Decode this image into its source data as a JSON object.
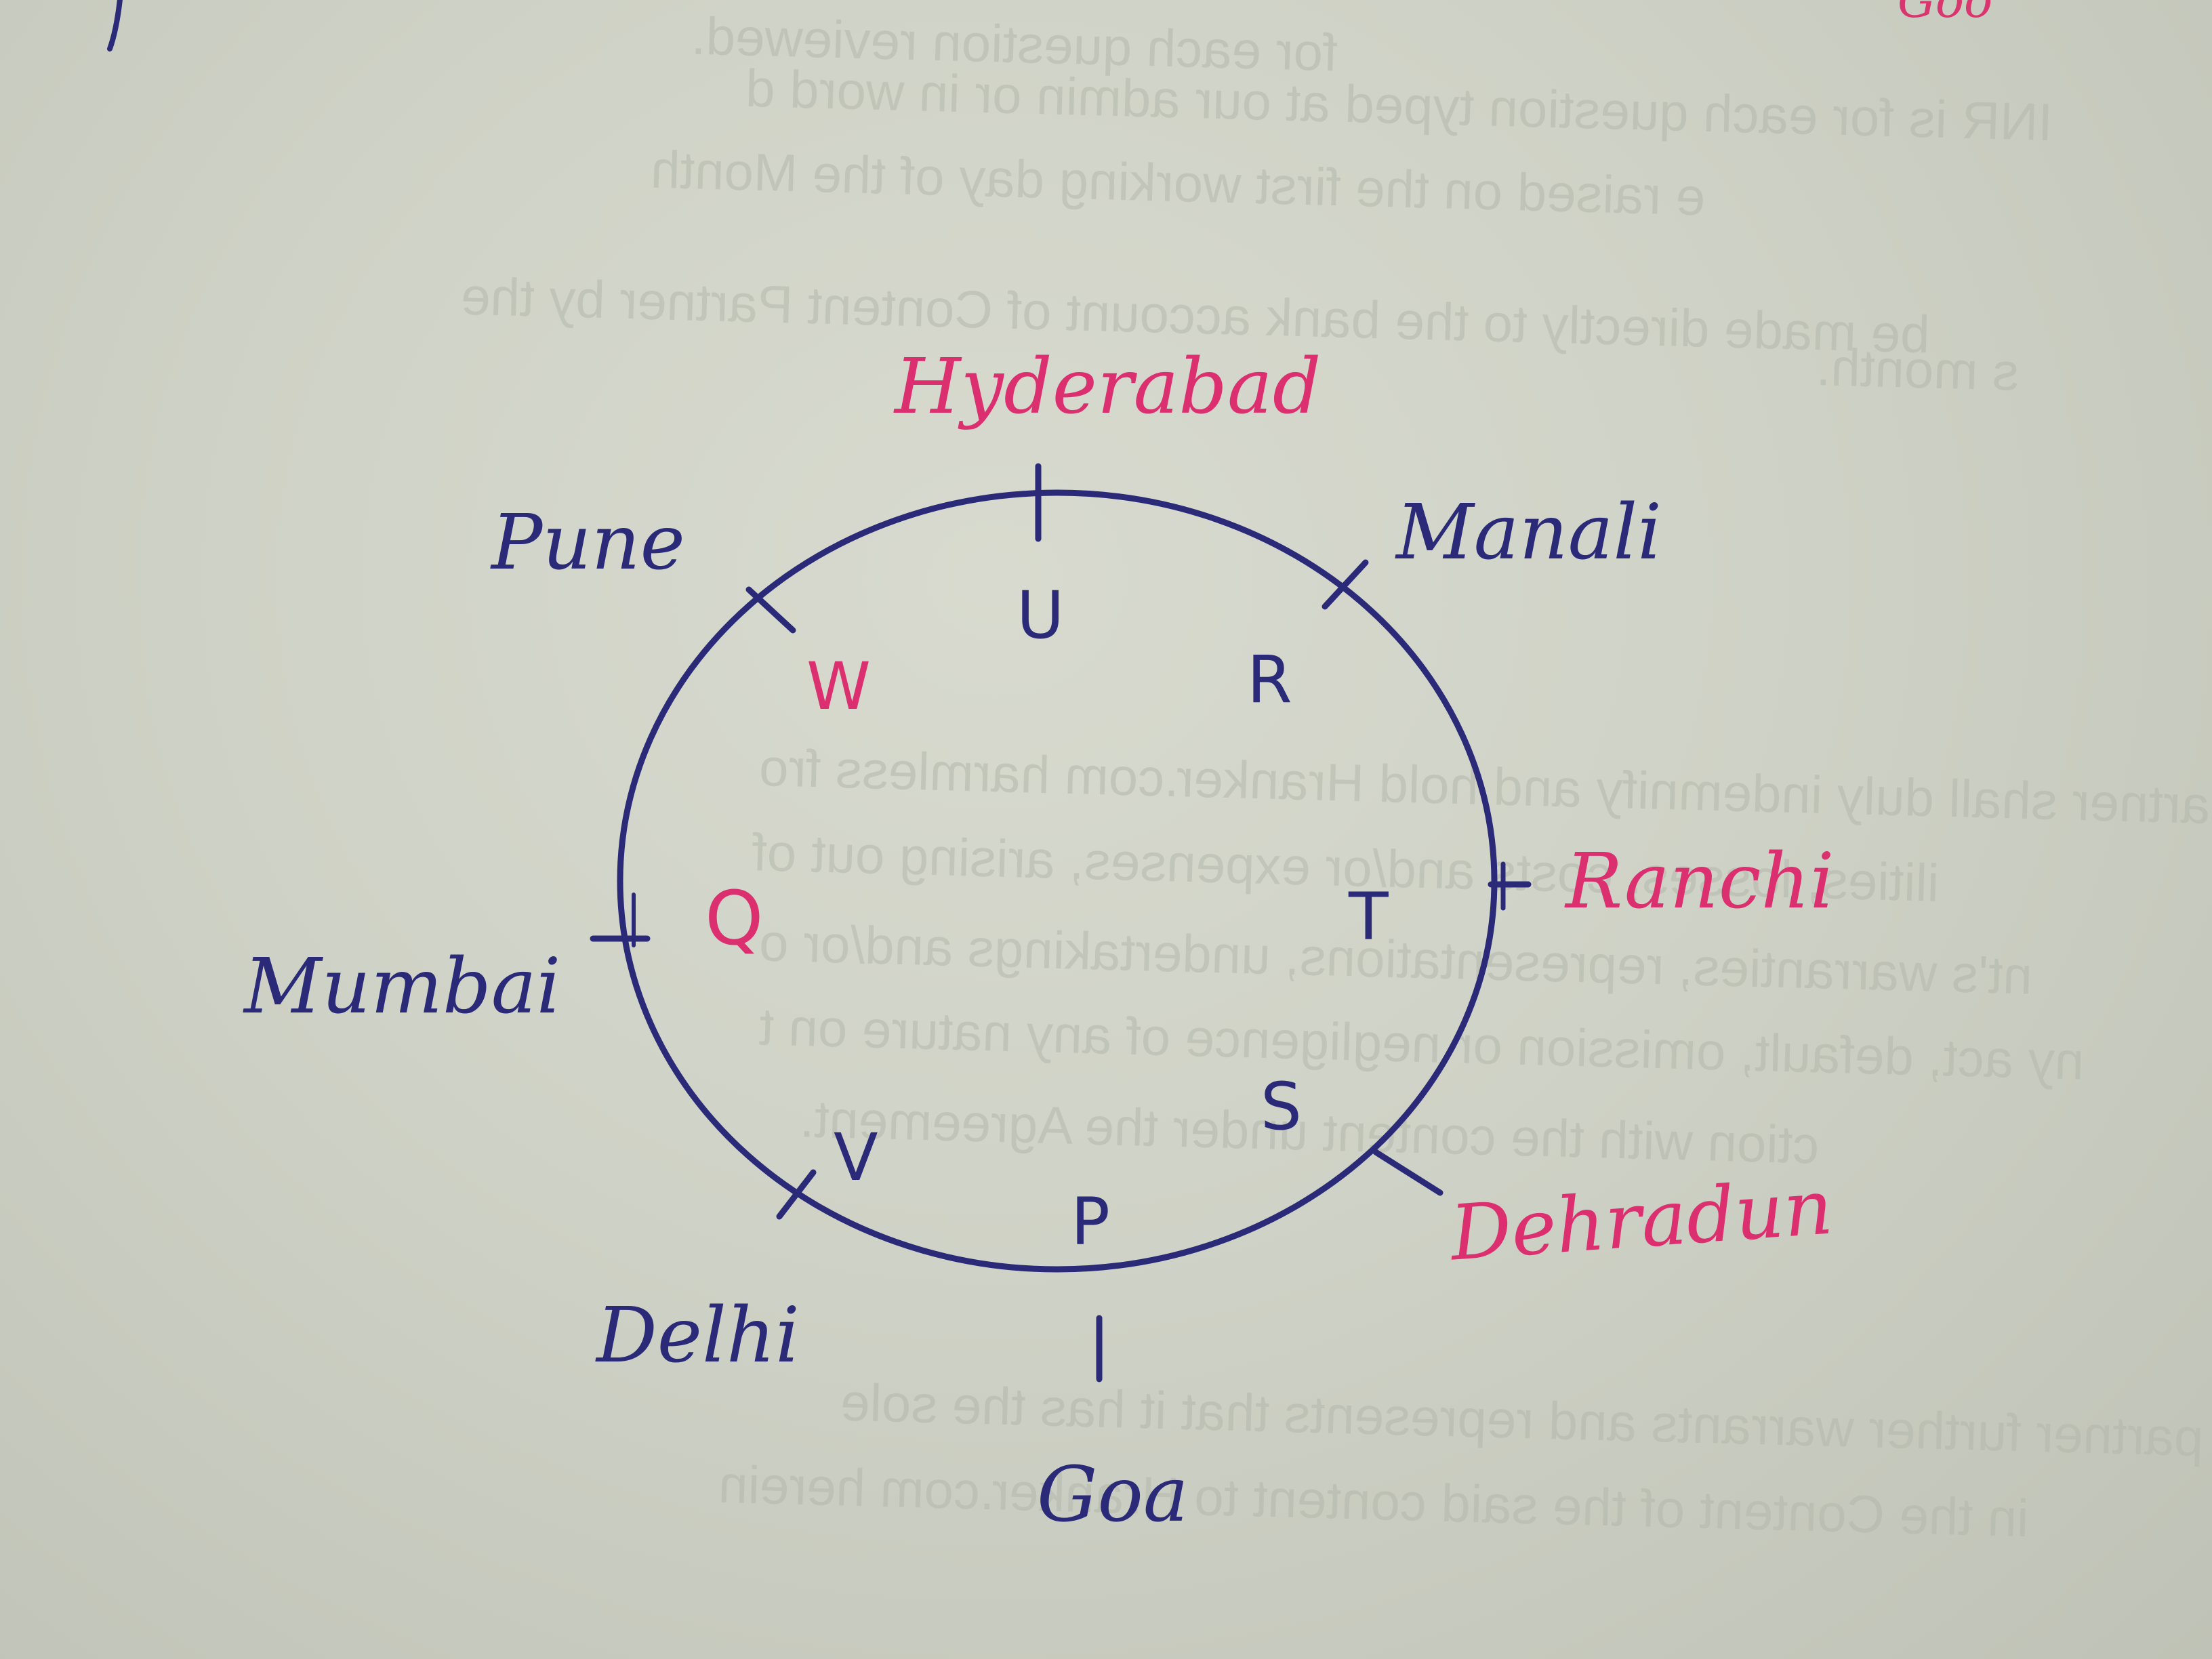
{
  "background_text": {
    "lines": [
      "for each question reviewed.",
      "INR is for each question typed at our admin or in word d",
      "e raised on the first working day of the Month",
      "be made directly to the bank account of Content Partner by the",
      "s month.",
      "artner shall duly indemnify and hold Hranker.com harmless fro",
      "ilities, losses, costs and/or expenses, arising out of",
      "nt's warranties, representations, undertakings and/or o",
      "ny act, default, omission or negligence of any nature on t",
      "ction with the content under the Agreement.",
      "partner further warrants and represents that it has the sole",
      "in the Content of the said content to Hranker.com herein"
    ],
    "top_corner": "Goo"
  },
  "diagram": {
    "cities": {
      "top": "Hyderabad",
      "top_right": "Manali",
      "right": "Ranchi",
      "bottom_right": "Dehradun",
      "bottom": "Goa",
      "bottom_left": "Delhi",
      "left": "Mumbai",
      "top_left": "Pune"
    },
    "people": {
      "top": "U",
      "top_right": "R",
      "right": "T",
      "bottom_right": "S",
      "bottom": "P",
      "bottom_left": "V",
      "left": "Q",
      "top_left": "W"
    },
    "colors": {
      "ink_navy": "#2a2a78",
      "ink_pink": "#dc2f6f",
      "paper": "#d3d6ca"
    }
  }
}
